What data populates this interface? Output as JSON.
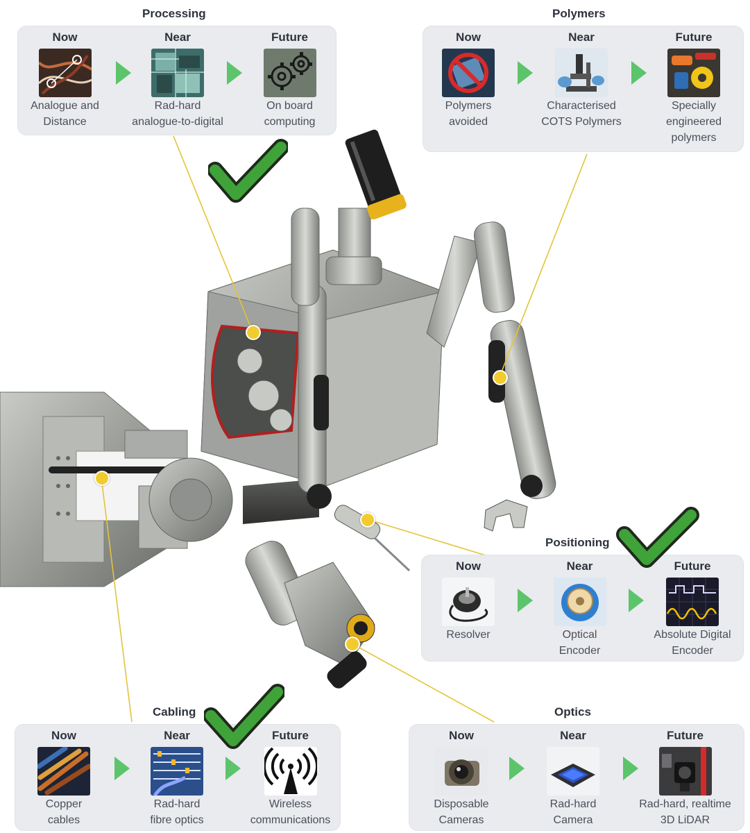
{
  "sections": {
    "processing": {
      "title": "Processing",
      "now": {
        "header": "Now",
        "label_1": "Analogue and",
        "label_2": "Distance",
        "image": "tangled-wires-map-pins-image"
      },
      "near": {
        "header": "Near",
        "label_1": "Rad-hard",
        "label_2": "analogue-to-digital",
        "image": "circuit-board-image"
      },
      "future": {
        "header": "Future",
        "label_1": "On board",
        "label_2": "computing",
        "image": "gears-on-chip-image"
      }
    },
    "polymers": {
      "title": "Polymers",
      "now": {
        "header": "Now",
        "label_1": "Polymers",
        "label_2": "avoided",
        "image": "no-polymer-symbol-image"
      },
      "near": {
        "header": "Near",
        "label_1": "Characterised",
        "label_2": "COTS Polymers",
        "image": "microscope-lab-image"
      },
      "future": {
        "header": "Future",
        "label_1": "Specially",
        "label_2": "engineered",
        "label_3": "polymers",
        "image": "engineered-polymer-parts-image"
      }
    },
    "positioning": {
      "title": "Positioning",
      "now": {
        "header": "Now",
        "label_1": "Resolver",
        "image": "resolver-device-image"
      },
      "near": {
        "header": "Near",
        "label_1": "Optical",
        "label_2": "Encoder",
        "image": "optical-encoder-image"
      },
      "future": {
        "header": "Future",
        "label_1": "Absolute Digital",
        "label_2": "Encoder",
        "image": "oscilloscope-waveform-image"
      }
    },
    "cabling": {
      "title": "Cabling",
      "now": {
        "header": "Now",
        "label_1": "Copper",
        "label_2": "cables",
        "image": "copper-cables-image"
      },
      "near": {
        "header": "Near",
        "label_1": "Rad-hard",
        "label_2": "fibre optics",
        "image": "fibre-optic-patch-image"
      },
      "future": {
        "header": "Future",
        "label_1": "Wireless",
        "label_2": "communications",
        "image": "wireless-antenna-icon"
      }
    },
    "optics": {
      "title": "Optics",
      "now": {
        "header": "Now",
        "label_1": "Disposable",
        "label_2": "Cameras",
        "image": "camera-lens-image"
      },
      "near": {
        "header": "Near",
        "label_1": "Rad-hard",
        "label_2": "Camera",
        "image": "image-sensor-image"
      },
      "future": {
        "header": "Future",
        "label_1": "Rad-hard, realtime",
        "label_2": "3D LiDAR",
        "image": "lidar-scanner-image"
      }
    }
  },
  "colors": {
    "panel_bg": "#e9ebef",
    "arrow": "#5cc46b",
    "check_fill": "#3fa33a",
    "check_outline": "#1f2a1c",
    "callout": "#f2cc2e"
  },
  "robot_image": "remote-handling-robot-illustration"
}
